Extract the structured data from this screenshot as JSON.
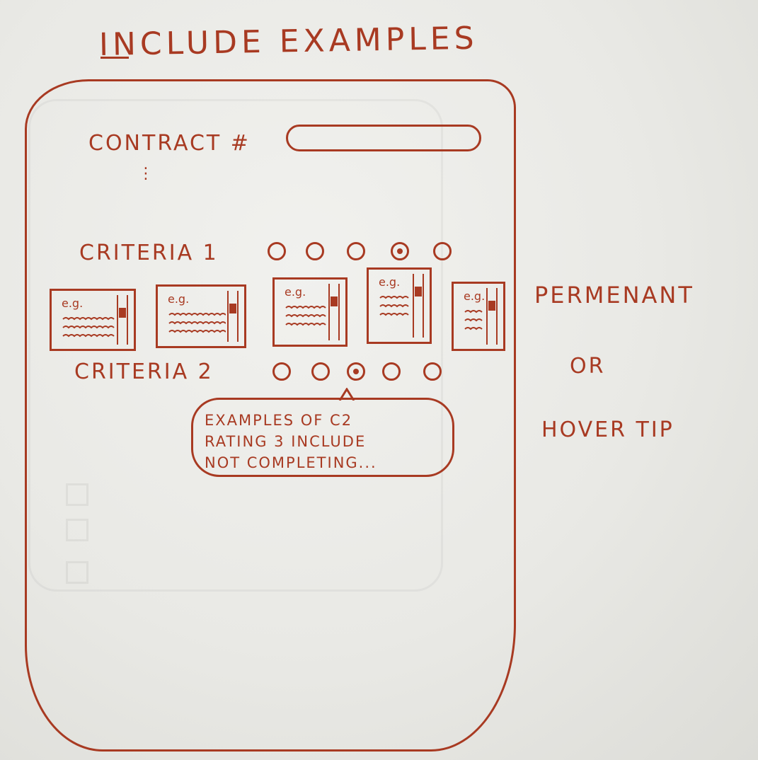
{
  "title": "INCLUDE EXAMPLES",
  "form": {
    "contract_label": "CONTRACT #",
    "contract_value": "",
    "vertical_ellipsis": "⋮",
    "criteria": [
      {
        "label": "CRITERIA 1",
        "selected_index": 3,
        "options_count": 5
      },
      {
        "label": "CRITERIA 2",
        "selected_index": 2,
        "options_count": 5
      }
    ],
    "example_cards": [
      {
        "label": "e.g."
      },
      {
        "label": "e.g."
      },
      {
        "label": "e.g."
      },
      {
        "label": "e.g."
      },
      {
        "label": "e.g."
      }
    ],
    "tooltip_text": "EXAMPLES OF C2\nRATING 3 INCLUDE\nNOT COMPLETING..."
  },
  "side_notes": {
    "permanent": "PERMENANT",
    "or": "OR",
    "hover_tip": "HOVER TIP"
  },
  "colors": {
    "ink": "#a83a22",
    "paper": "#ececE8"
  }
}
